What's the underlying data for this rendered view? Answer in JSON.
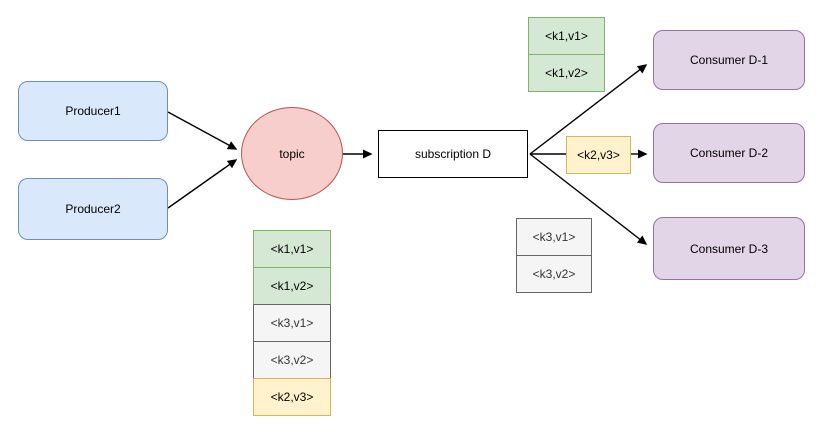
{
  "nodes": {
    "producer1": "Producer1",
    "producer2": "Producer2",
    "topic": "topic",
    "subscription": "subscription D",
    "consumer1": "Consumer D-1",
    "consumer2": "Consumer D-2",
    "consumer3": "Consumer D-3"
  },
  "queues": {
    "consumer1": [
      "<k1,v1>",
      "<k1,v2>"
    ],
    "consumer2": [
      "<k2,v3>"
    ],
    "consumer3": [
      "<k3,v1>",
      "<k3,v2>"
    ],
    "topic_backlog": [
      "<k1,v1>",
      "<k1,v2>",
      "<k3,v1>",
      "<k3,v2>",
      "<k2,v3>"
    ]
  },
  "colors": {
    "canvas_background": "#ffffff",
    "producer_fill": "#dae8fc",
    "producer_stroke": "#6c8ebf",
    "topic_fill": "#f8cecc",
    "topic_stroke": "#b85450",
    "subscription_fill": "#ffffff",
    "subscription_stroke": "#000000",
    "consumer_fill": "#e1d5e7",
    "consumer_stroke": "#9673a6",
    "key1_fill": "#d5e8d4",
    "key1_stroke": "#82b366",
    "key2_fill": "#fff2cc",
    "key2_stroke": "#d6b656",
    "key3_fill": "#f5f5f5",
    "key3_stroke": "#666666",
    "arrow_color": "#000000"
  }
}
